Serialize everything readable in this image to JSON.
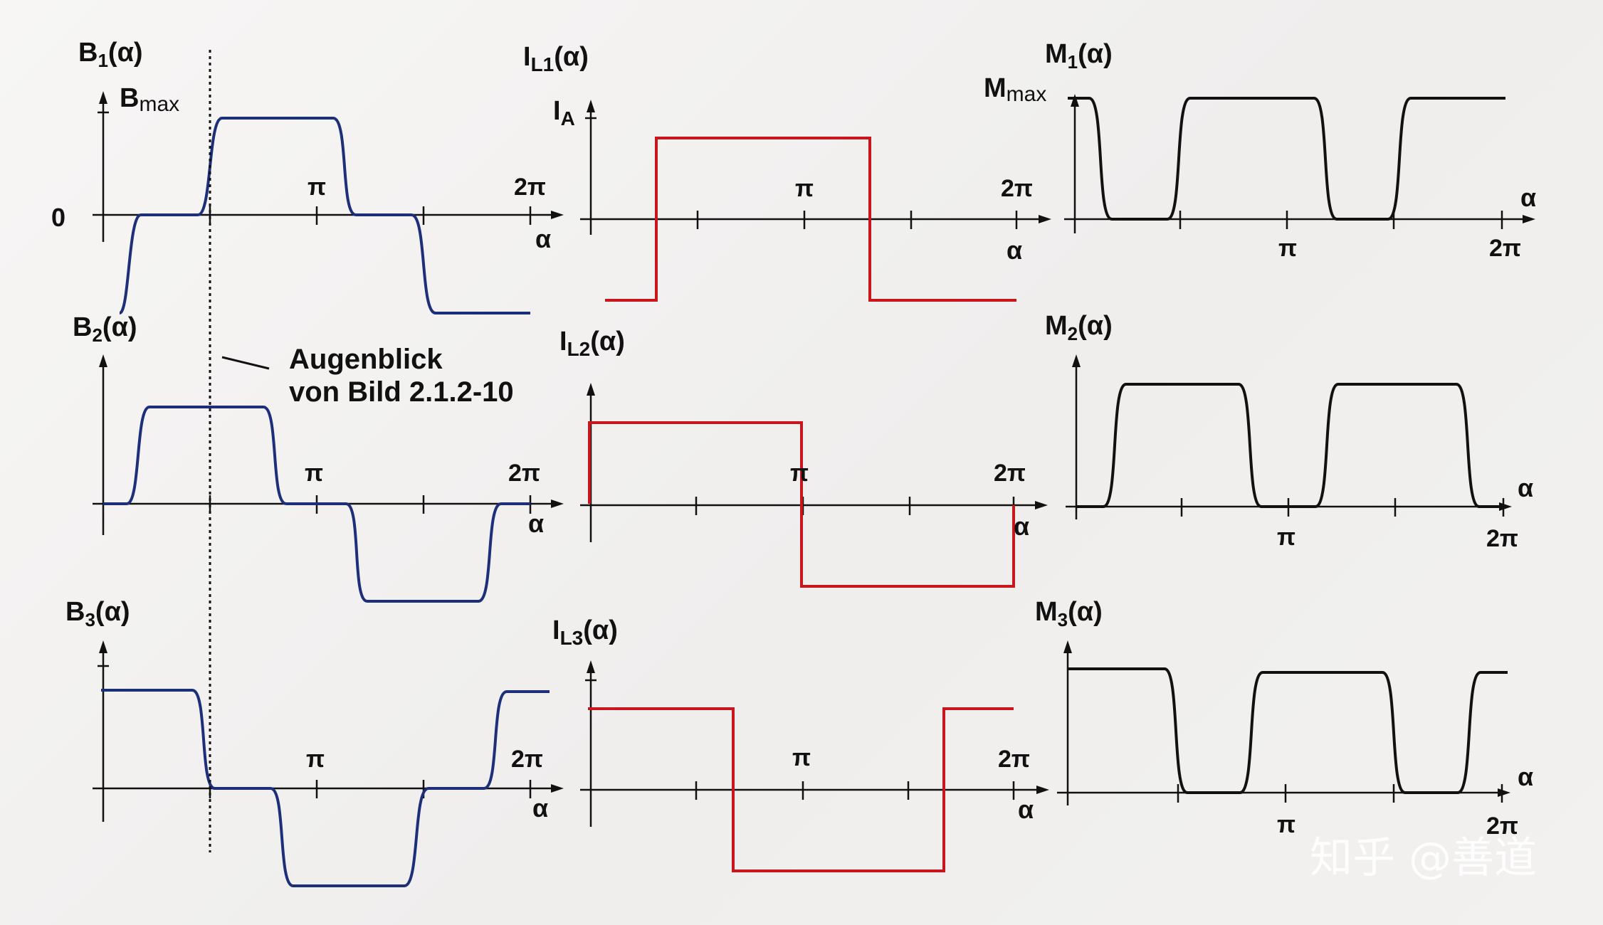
{
  "labels": {
    "b1": [
      "B",
      "1",
      "(α)"
    ],
    "b2": [
      "B",
      "2",
      "(α)"
    ],
    "b3": [
      "B",
      "3",
      "(α)"
    ],
    "il1": [
      "I",
      "L1",
      "(α)"
    ],
    "il2": [
      "I",
      "L2",
      "(α)"
    ],
    "il3": [
      "I",
      "L3",
      "(α)"
    ],
    "m1": [
      "M",
      "1",
      "(α)"
    ],
    "m2": [
      "M",
      "2",
      "(α)"
    ],
    "m3": [
      "M",
      "3",
      "(α)"
    ],
    "bmax": [
      "B",
      "max"
    ],
    "ia": [
      "I",
      "A"
    ],
    "mmax": [
      "M",
      "max"
    ],
    "zero": "0",
    "pi": "π",
    "two_pi": "2π",
    "alpha": "α"
  },
  "annotation": {
    "line1": "Augenblick",
    "line2": "von Bild 2.1.2-10"
  },
  "watermark": "知乎 @善道",
  "colors": {
    "flux": "#1d2f78",
    "current": "#c8161d",
    "torque": "#111111"
  }
}
